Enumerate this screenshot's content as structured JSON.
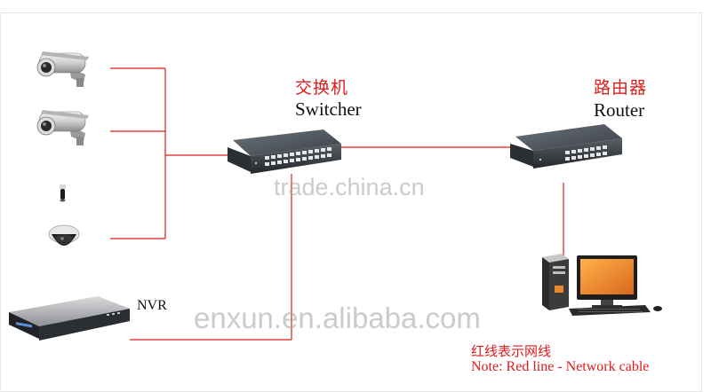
{
  "devices": {
    "switcher": {
      "cn": "交换机",
      "en": "Switcher"
    },
    "router": {
      "cn": "路由器",
      "en": "Router"
    },
    "nvr": {
      "en": "NVR"
    }
  },
  "note": {
    "cn": "红线表示网线",
    "en": "Note: Red line - Network cable"
  },
  "watermarks": {
    "center": "trade.china.cn",
    "bottom": "enxun.en.alibaba.com"
  },
  "colors": {
    "network_cable": "#e01b1b",
    "background": "#ffffff"
  },
  "icons": [
    "bullet-camera-icon",
    "bullet-camera-icon",
    "dome-camera-icon",
    "dome-camera-icon",
    "network-switch-icon",
    "router-icon",
    "nvr-recorder-icon",
    "desktop-computer-icon"
  ]
}
